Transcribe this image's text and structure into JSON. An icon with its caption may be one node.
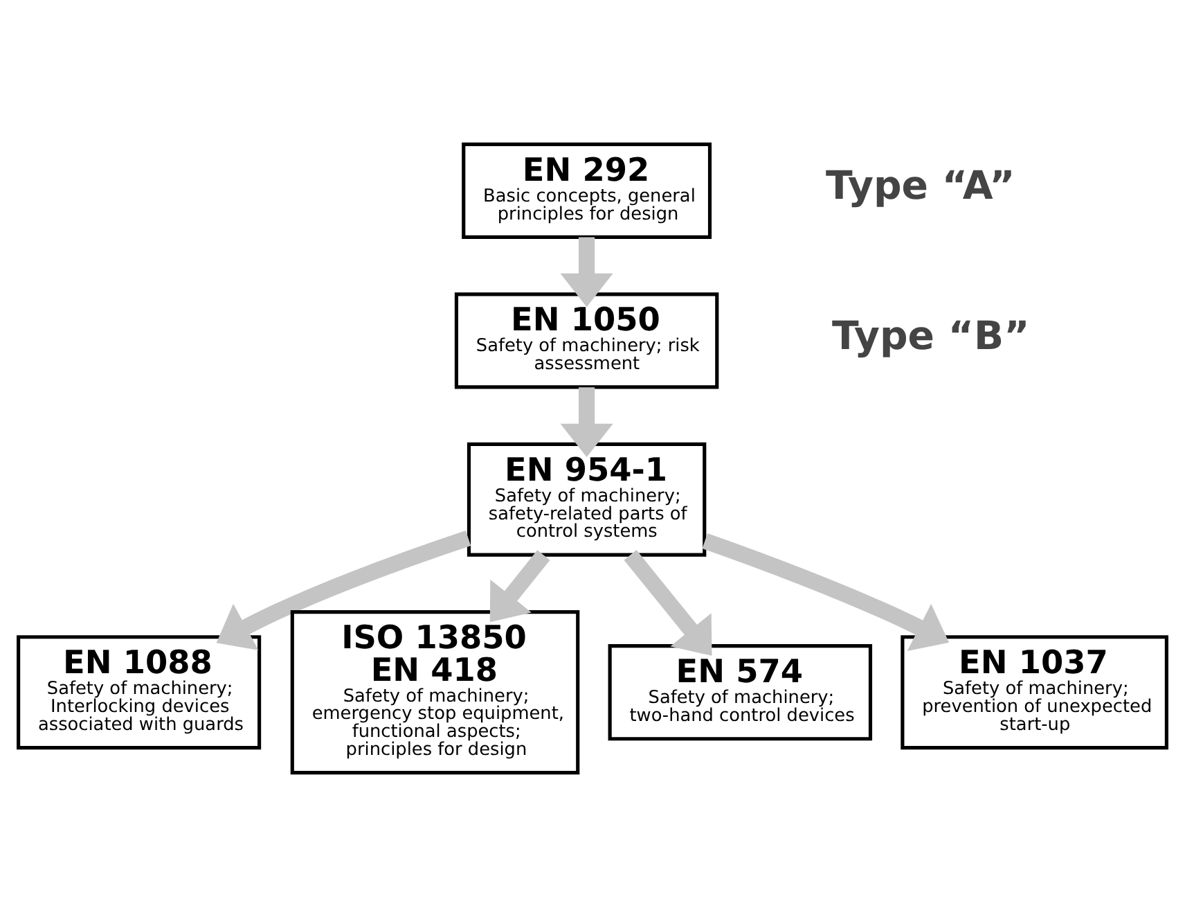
{
  "diagram": {
    "nodes": [
      {
        "text": [
          "EN 292",
          "Basic concepts, general principles for design"
        ]
      },
      {
        "text": [
          "EN 1050",
          "Safety of machinery; risk assessment"
        ]
      },
      {
        "text": [
          "EN 954-1",
          "Safety of machinery; safety-related parts of control systems"
        ]
      },
      {
        "text": [
          "EN 1088",
          "Safety of machinery; Interlocking devices associated with guards"
        ]
      },
      {
        "text": [
          "ISO 13850",
          "EN 418",
          "Safety of machinery; emergency stop equipment, functional aspects; principles for design"
        ]
      },
      {
        "text": [
          "EN 574",
          "Safety of machinery; two-hand control devices"
        ]
      },
      {
        "text": [
          "EN 1037",
          "Safety of machinery; prevention of unexpected start-up"
        ]
      }
    ],
    "edges": [
      {
        "from": 0,
        "to": 1,
        "arrow": "to"
      },
      {
        "from": 1,
        "to": 2,
        "arrow": "to"
      },
      {
        "from": 2,
        "to": 3,
        "arrow": "to"
      },
      {
        "from": 2,
        "to": 4,
        "arrow": "to"
      },
      {
        "from": 2,
        "to": 5,
        "arrow": "to"
      },
      {
        "from": 2,
        "to": 6,
        "arrow": "to"
      }
    ],
    "labels": [
      "Type “A”",
      "Type “B”"
    ]
  }
}
